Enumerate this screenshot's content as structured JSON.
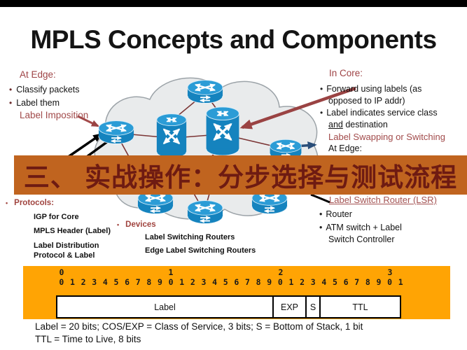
{
  "title": "MPLS Concepts and Components",
  "banner": {
    "text": "三、 实战操作：分步选择与测试流程"
  },
  "at_edge": {
    "heading": "At Edge:",
    "bullets": [
      "Classify packets",
      "Label them"
    ],
    "note": "Label Imposition"
  },
  "in_core": {
    "heading": "In Core:",
    "b1l1": "Forward using labels (as",
    "b1l2": "opposed to IP addr)",
    "b2l1": "Label indicates service class",
    "b2l2_underlined": "and",
    "b2l2_rest": "destination",
    "note": "Label Swapping or Switching",
    "at_edge_label": "At Edge:"
  },
  "lsr": {
    "heading": "Label Switch Router (LSR)",
    "b1": "Router",
    "b2l1": "ATM switch + Label",
    "b2l2": "Switch Controller"
  },
  "protocols": {
    "heading": "Protocols:",
    "items": [
      "IGP for Core",
      "MPLS Header (Label)",
      "Label Distribution",
      "Protocol & Label"
    ]
  },
  "devices": {
    "heading": "Devices",
    "items": [
      "Label Switching Routers",
      "Edge Label Switching Routers"
    ]
  },
  "label_format": {
    "decades": [
      "0",
      "1",
      "2",
      "3"
    ],
    "bits": [
      "0",
      "1",
      "2",
      "3",
      "4",
      "5",
      "6",
      "7",
      "8",
      "9",
      "0",
      "1",
      "2",
      "3",
      "4",
      "5",
      "6",
      "7",
      "8",
      "9",
      "0",
      "1",
      "2",
      "3",
      "4",
      "5",
      "6",
      "7",
      "8",
      "9",
      "0",
      "1"
    ],
    "fields": [
      "Label",
      "EXP",
      "S",
      "TTL"
    ],
    "caption_line1": "Label = 20 bits; COS/EXP = Class of Service, 3 bits; S = Bottom of Stack, 1 bit",
    "caption_line2": "TTL = Time to Live, 8 bits"
  },
  "diagram": {
    "cloud": "mpls-core-cloud",
    "nodes": [
      "edge-router-left",
      "router-top",
      "atm-switch-left",
      "atm-switch-right",
      "edge-router-right",
      "router-bottom-left",
      "router-bottom-center",
      "router-bottom-right"
    ]
  },
  "colors": {
    "heading_red": "#9e4345",
    "banner_bg": "#c0641f",
    "banner_fg": "#6e1b12",
    "panel_orange": "#ffa404",
    "router_blue": "#1583be",
    "line_maroon": "#7b3535",
    "arrow_navy": "#2a4e79",
    "thick_arrow_red": "#9a4343"
  }
}
